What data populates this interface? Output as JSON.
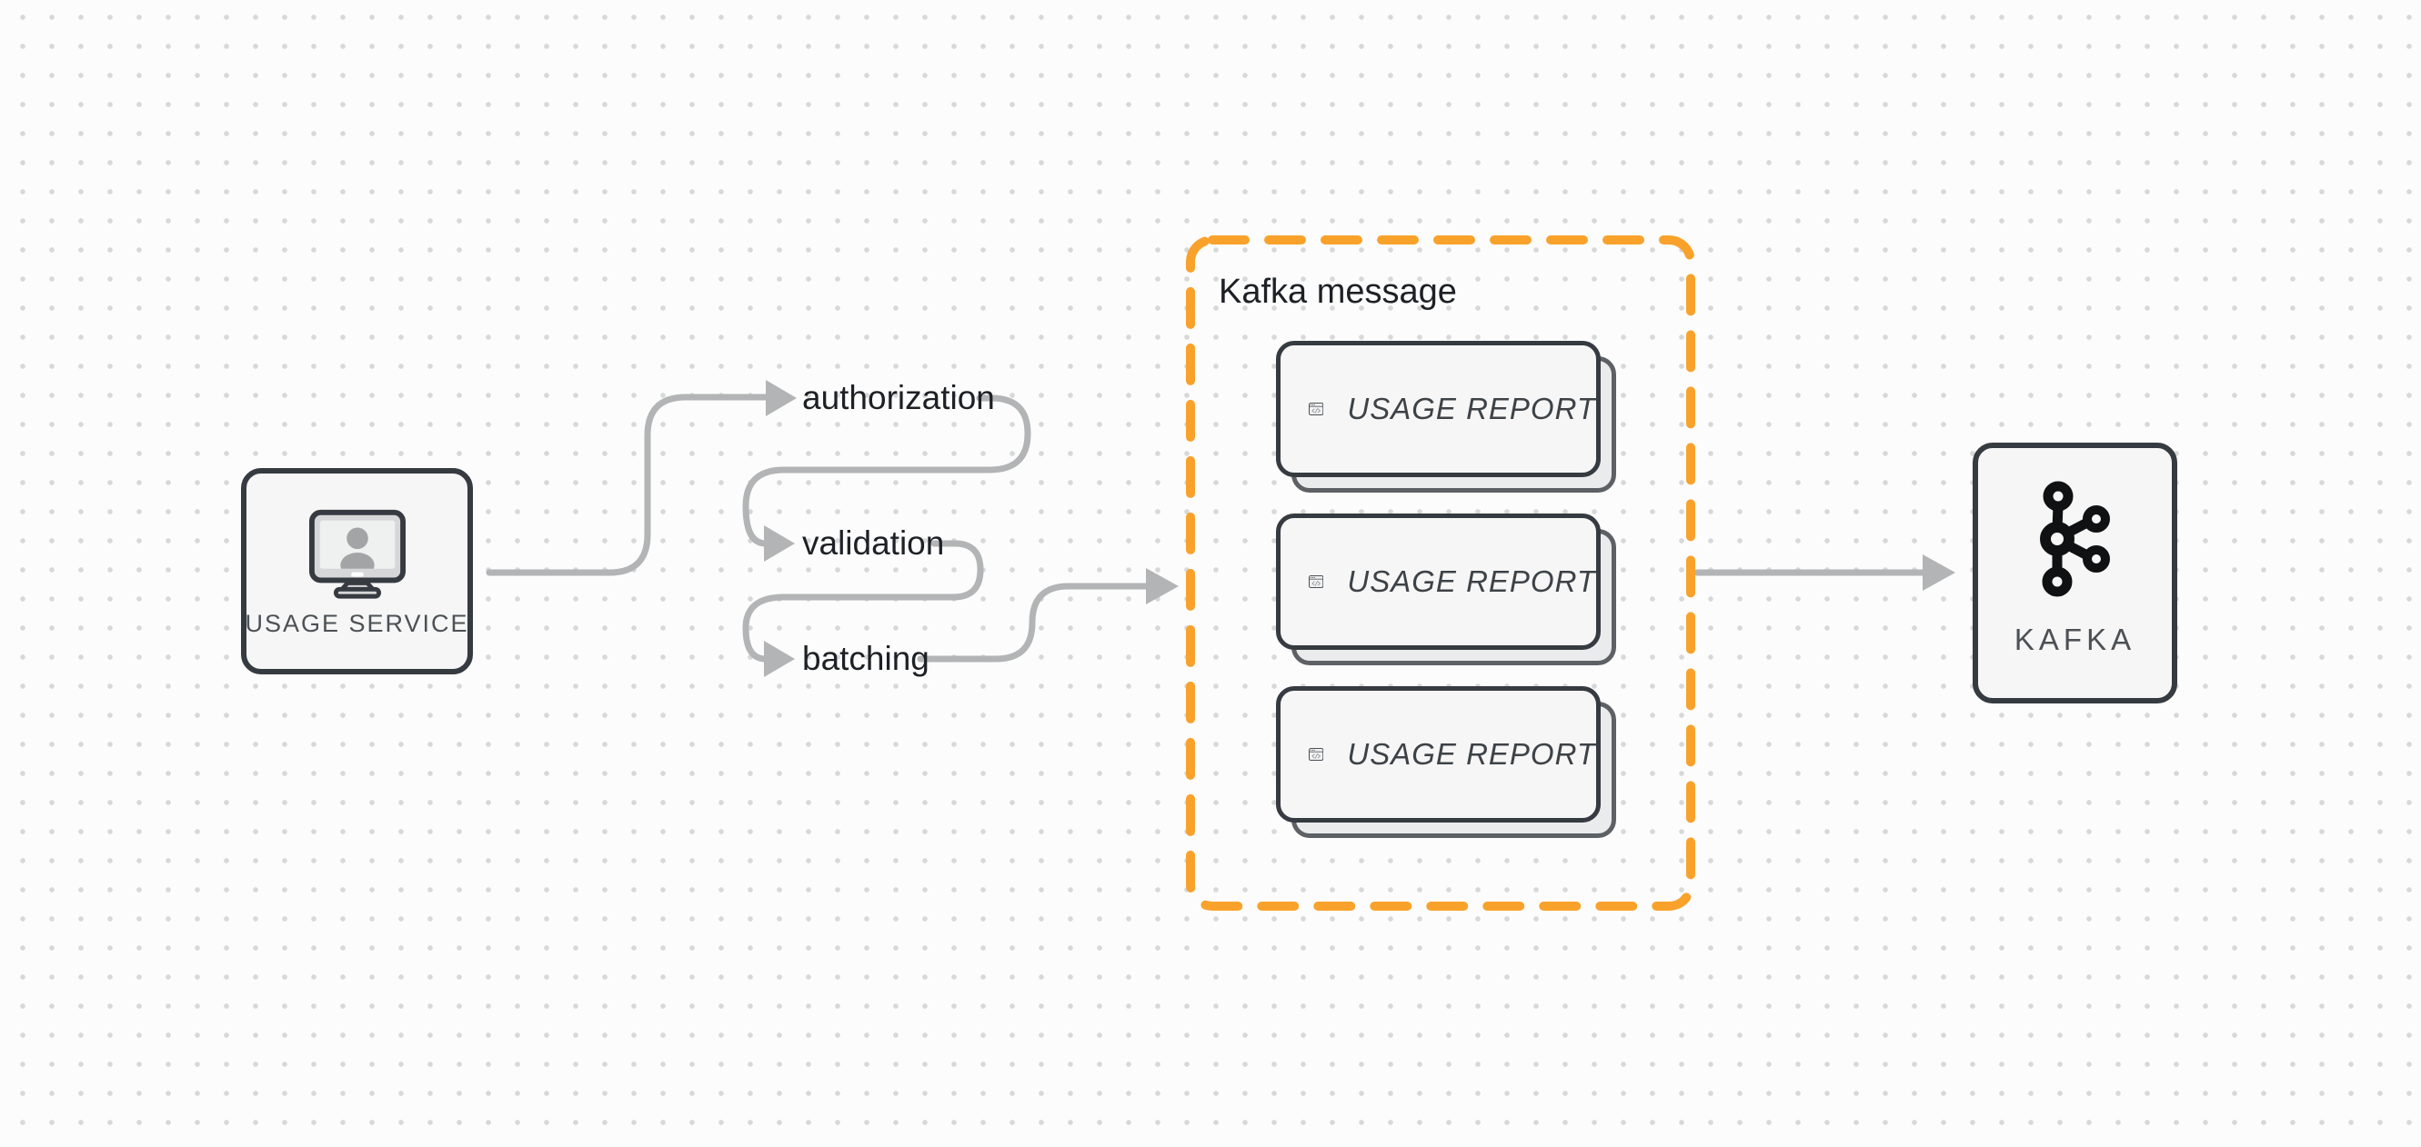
{
  "colors": {
    "accent": "#F9A22B",
    "edge": "#B2B4B5",
    "ink": "#1D2125",
    "muted": "#4C5156",
    "report-ink": "#3D4247",
    "border": "#363B41",
    "fill": "#F5F6F5",
    "shadow-border": "#5D6165",
    "shadow-fill": "#EAEBEC",
    "icon-frame": "#D6D7D8",
    "icon-gray": "#95989B",
    "bg": "#FCFCFC",
    "dot": "#D7D8D9"
  },
  "usage_service": {
    "label": "USAGE SERVICE",
    "icon": "monitor-user-icon"
  },
  "pipeline": {
    "steps": [
      {
        "label": "authorization"
      },
      {
        "label": "validation"
      },
      {
        "label": "batching"
      }
    ]
  },
  "kafka_group": {
    "title": "Kafka message",
    "messages": [
      {
        "label": "USAGE REPORT",
        "icon": "code-window-icon"
      },
      {
        "label": "USAGE REPORT",
        "icon": "code-window-icon"
      },
      {
        "label": "USAGE REPORT",
        "icon": "code-window-icon"
      }
    ]
  },
  "kafka": {
    "label": "KAFKA",
    "icon": "kafka-logo-icon"
  }
}
